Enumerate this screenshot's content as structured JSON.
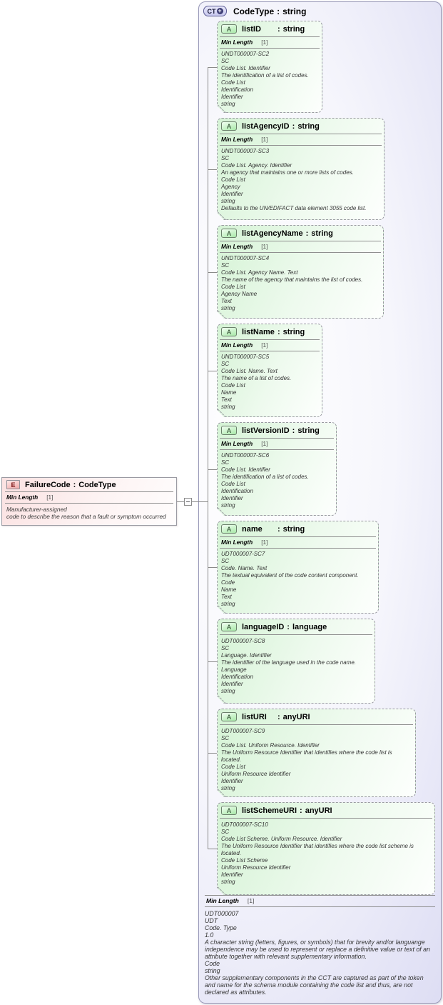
{
  "ui": {
    "colon": ":"
  },
  "colors": {
    "complex_type_fill": "#dcdcf4",
    "complex_type_border": "#9898b8",
    "attribute_fill": "#d5f3d5",
    "element_fill": "#fbe2e2",
    "connector_line": "#8a8a8a"
  },
  "element": {
    "badge": "E",
    "name": "FailureCode",
    "type": "CodeType",
    "facets": [
      {
        "name": "Min Length",
        "value": "[1]"
      }
    ],
    "annotation": [
      "Manufacturer-assigned",
      "code to describe the reason that a fault or symptom occurred"
    ]
  },
  "complex_type": {
    "badge": "CT",
    "expand_icon": "+",
    "name": "CodeType",
    "type": "string",
    "attributes": [
      {
        "badge": "A",
        "name": "listID",
        "type": "string",
        "facets": [
          {
            "name": "Min Length",
            "value": "[1]"
          }
        ],
        "annotation": [
          "UNDT000007-SC2",
          "SC",
          "Code List. Identifier",
          "The identification of a list of codes.",
          "Code List",
          "Identification",
          "Identifier",
          "string"
        ]
      },
      {
        "badge": "A",
        "name": "listAgencyID",
        "type": "string",
        "facets": [
          {
            "name": "Min Length",
            "value": "[1]"
          }
        ],
        "annotation": [
          "UNDT000007-SC3",
          "SC",
          "Code List. Agency. Identifier",
          "An agency that maintains one or more lists of codes.",
          "Code List",
          "Agency",
          "Identifier",
          "string",
          "Defaults to the UN/EDIFACT data element 3055 code list."
        ]
      },
      {
        "badge": "A",
        "name": "listAgencyName",
        "type": "string",
        "facets": [
          {
            "name": "Min Length",
            "value": "[1]"
          }
        ],
        "annotation": [
          "UNDT000007-SC4",
          "SC",
          "Code List. Agency Name. Text",
          "The name of the agency that maintains the list of codes.",
          "Code List",
          "Agency Name",
          "Text",
          "string"
        ]
      },
      {
        "badge": "A",
        "name": "listName",
        "type": "string",
        "facets": [
          {
            "name": "Min Length",
            "value": "[1]"
          }
        ],
        "annotation": [
          "UNDT000007-SC5",
          "SC",
          "Code List. Name. Text",
          "The name of a list of codes.",
          "Code List",
          "Name",
          "Text",
          "string"
        ]
      },
      {
        "badge": "A",
        "name": "listVersionID",
        "type": "string",
        "facets": [
          {
            "name": "Min Length",
            "value": "[1]"
          }
        ],
        "annotation": [
          "UNDT000007-SC6",
          "SC",
          "Code List. Identifier",
          "The identification of a list of codes.",
          "Code List",
          "Identification",
          "Identifier",
          "string"
        ]
      },
      {
        "badge": "A",
        "name": "name",
        "type": "string",
        "facets": [
          {
            "name": "Min Length",
            "value": "[1]"
          }
        ],
        "annotation": [
          "UDT000007-SC7",
          "SC",
          "Code. Name. Text",
          "The textual equivalent of the code content component.",
          "Code",
          "Name",
          "Text",
          "string"
        ]
      },
      {
        "badge": "A",
        "name": "languageID",
        "type": "language",
        "facets": [],
        "annotation": [
          "UDT000007-SC8",
          "SC",
          "Language. Identifier",
          "The identifier of the language used in the code name.",
          "Language",
          "Identification",
          "Identifier",
          "string"
        ]
      },
      {
        "badge": "A",
        "name": "listURI",
        "type": "anyURI",
        "facets": [],
        "annotation": [
          "UDT000007-SC9",
          "SC",
          "Code List. Uniform Resource. Identifier",
          "The Uniform Resource Identifier that identifies where the code list is located.",
          "Code List",
          "Uniform Resource Identifier",
          "Identifier",
          "string"
        ]
      },
      {
        "badge": "A",
        "name": "listSchemeURI",
        "type": "anyURI",
        "facets": [],
        "annotation": [
          "UDT000007-SC10",
          "SC",
          "Code List Scheme. Uniform Resource. Identifier",
          "The Uniform Resource Identifier that identifies where the code list scheme is located.",
          "Code List Scheme",
          "Uniform Resource Identifier",
          "Identifier",
          "string"
        ]
      }
    ],
    "facets": [
      {
        "name": "Min Length",
        "value": "[1]"
      }
    ],
    "annotation": [
      "UDT000007",
      "UDT",
      "Code. Type",
      "1.0",
      "A character string (letters, figures, or symbols) that for brevity and/or languange independence may be used to represent or replace a definitive value or text of an attribute together with relevant supplementary information.",
      "Code",
      "string",
      "Other supplementary components in the CCT are captured as part of the token and name for the schema module containing the code list and thus, are not declared as attributes."
    ]
  }
}
